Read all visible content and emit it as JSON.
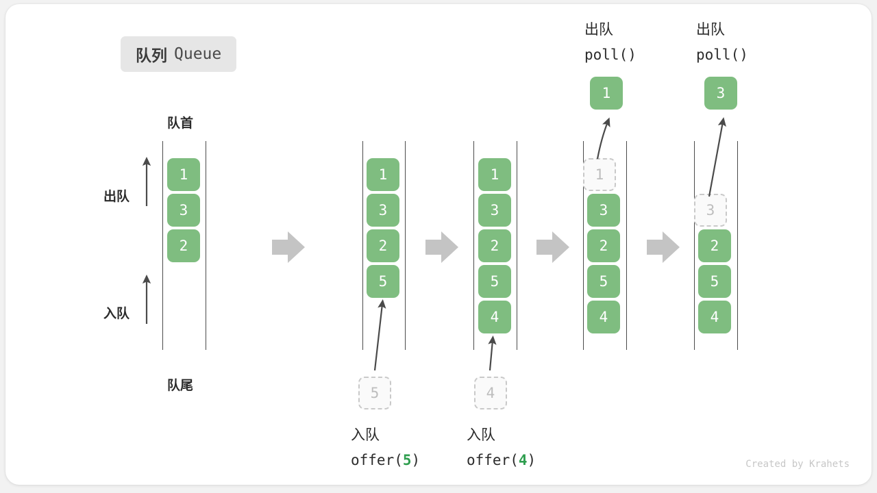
{
  "title": {
    "cn": "队列",
    "en": "Queue"
  },
  "labels": {
    "front": "队首",
    "rear": "队尾",
    "dequeue": "出队",
    "enqueue": "入队"
  },
  "footer": "Created by Krahets",
  "colors": {
    "item_fill": "#7fbd80",
    "item_text": "#ffffff",
    "ghost_fill": "#fafafa",
    "ghost_border": "#c9c9c9",
    "ghost_text": "#bdbdbd",
    "rail": "#4a4a4a",
    "arrow": "#4a4a4a",
    "step_arrow": "#c4c4c4",
    "accent_green": "#2f9e4f",
    "badge_bg": "#e6e6e6",
    "card_bg": "#ffffff",
    "page_bg": "#f2f2f2"
  },
  "chart_data": {
    "type": "diagram",
    "title": "队列 Queue",
    "description": "Queue operations: offer(5), offer(4), poll() twice",
    "columns": [
      {
        "id": "state-0",
        "caption_top": null,
        "caption_bottom": null,
        "items": [
          "1",
          "3",
          "2"
        ],
        "ghost_in_queue": null,
        "ghost_below": null,
        "popped_item": null
      },
      {
        "id": "offer-5",
        "caption_top": null,
        "caption_bottom": {
          "cn": "入队",
          "code_prefix": "offer(",
          "code_num": "5",
          "code_suffix": ")"
        },
        "items": [
          "1",
          "3",
          "2",
          "5"
        ],
        "ghost_in_queue": null,
        "ghost_below": "5",
        "popped_item": null
      },
      {
        "id": "offer-4",
        "caption_top": null,
        "caption_bottom": {
          "cn": "入队",
          "code_prefix": "offer(",
          "code_num": "4",
          "code_suffix": ")"
        },
        "items": [
          "1",
          "3",
          "2",
          "5",
          "4"
        ],
        "ghost_in_queue": null,
        "ghost_below": "4",
        "popped_item": null
      },
      {
        "id": "poll-1",
        "caption_top": {
          "cn": "出队",
          "code": "poll()"
        },
        "caption_bottom": null,
        "items": [
          "3",
          "2",
          "5",
          "4"
        ],
        "ghost_in_queue": {
          "value": "1",
          "slot": 0
        },
        "ghost_below": null,
        "popped_item": "1"
      },
      {
        "id": "poll-3",
        "caption_top": {
          "cn": "出队",
          "code": "poll()"
        },
        "caption_bottom": null,
        "items": [
          "2",
          "5",
          "4"
        ],
        "ghost_in_queue": {
          "value": "3",
          "slot": 1
        },
        "ghost_below": null,
        "popped_item": "3"
      }
    ],
    "step_arrows": 4,
    "direction_arrows": [
      {
        "label": "出队",
        "direction": "up"
      },
      {
        "label": "入队",
        "direction": "up"
      }
    ]
  }
}
